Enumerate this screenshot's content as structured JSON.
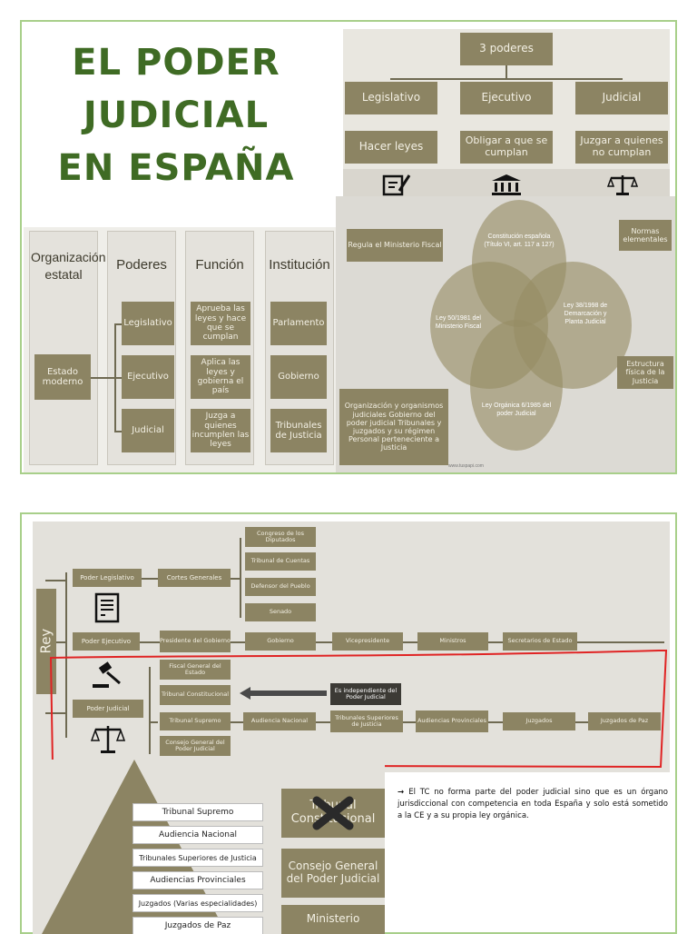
{
  "title": {
    "line1": "EL PODER",
    "line2": "JUDICIAL",
    "line3": "EN ESPAÑA"
  },
  "powers": {
    "top": "3 poderes",
    "branches": [
      "Legislativo",
      "Ejecutivo",
      "Judicial"
    ],
    "functions": [
      "Hacer leyes",
      "Obligar a que se cumplan",
      "Juzgar a quienes no cumplan"
    ]
  },
  "org_table": {
    "headers": [
      "Organización estatal",
      "Poderes",
      "Función",
      "Institución"
    ],
    "estado": "Estado moderno",
    "poderes": [
      "Legislativo",
      "Ejecutivo",
      "Judicial"
    ],
    "funciones": [
      "Aprueba las leyes y hace que se cumplan",
      "Aplica las leyes y gobierna el país",
      "Juzga a quienes incumplen las leyes"
    ],
    "instituciones": [
      "Parlamento",
      "Gobierno",
      "Tribunales de Justicia"
    ]
  },
  "venn": {
    "regula": "Regula el Ministerio Fiscal",
    "constitucion": "Constitución española (Título VI, art. 117 a 127)",
    "ley50": "Ley 50/1981 del Ministerio Fiscal",
    "ley38": "Ley 38/1998 de Demarcación y Planta Judicial",
    "ley6": "Ley Orgánica 6/1985 del poder Judicial",
    "normas": "Normas elementales",
    "estructura": "Estructura física de la Justicia",
    "organizacion": "Organización y organismos judiciales Gobierno del poder judicial Tribunales y juzgados y su régimen Personal perteneciente a Justicia",
    "credit": "www.tuspapi.com"
  },
  "scheme": {
    "rey": "Rey",
    "legislativo": "Poder Legislativo",
    "cortes": "Cortes Generales",
    "cortes_items": [
      "Congreso de los Diputados",
      "Tribunal de Cuentas",
      "Defensor del Pueblo",
      "Senado"
    ],
    "ejecutivo": "Poder Ejecutivo",
    "presidente": "Presidente del Gobierno",
    "gobierno": "Gobierno",
    "vicepresidente": "Vicepresidente",
    "ministros": "Ministros",
    "secretarios": "Secretarios de Estado",
    "judicial": "Poder Judicial",
    "fiscal": "Fiscal General del Estado",
    "tc": "Tribunal Constitucional",
    "ts": "Tribunal Supremo",
    "cgpj": "Consejo General del Poder Judicial",
    "independiente": "Es independiente del Poder Judicial",
    "chain": [
      "Audiencia Nacional",
      "Tribunales Superiores de Justicia",
      "Audiencias Provinciales",
      "Juzgados",
      "Juzgados de Paz"
    ]
  },
  "pyramid": {
    "levels": [
      "Tribunal Supremo",
      "Audiencia Nacional",
      "Tribunales Superiores de Justicia",
      "Audiencias Provinciales",
      "Juzgados (Varias especialidades)",
      "Juzgados de Paz"
    ],
    "side": [
      "Tribunal Constitucional",
      "Consejo General del Poder Judicial",
      "Ministerio"
    ]
  },
  "note": "El TC no forma parte del poder judicial sino que es un órgano jurisdiccional con competencia en toda España y solo está sometido a la CE y a su propia ley orgánica.",
  "colors": {
    "accent": "#3f6b24",
    "box": "#8c8463",
    "border": "#a8cf8a",
    "red": "#e02424"
  }
}
